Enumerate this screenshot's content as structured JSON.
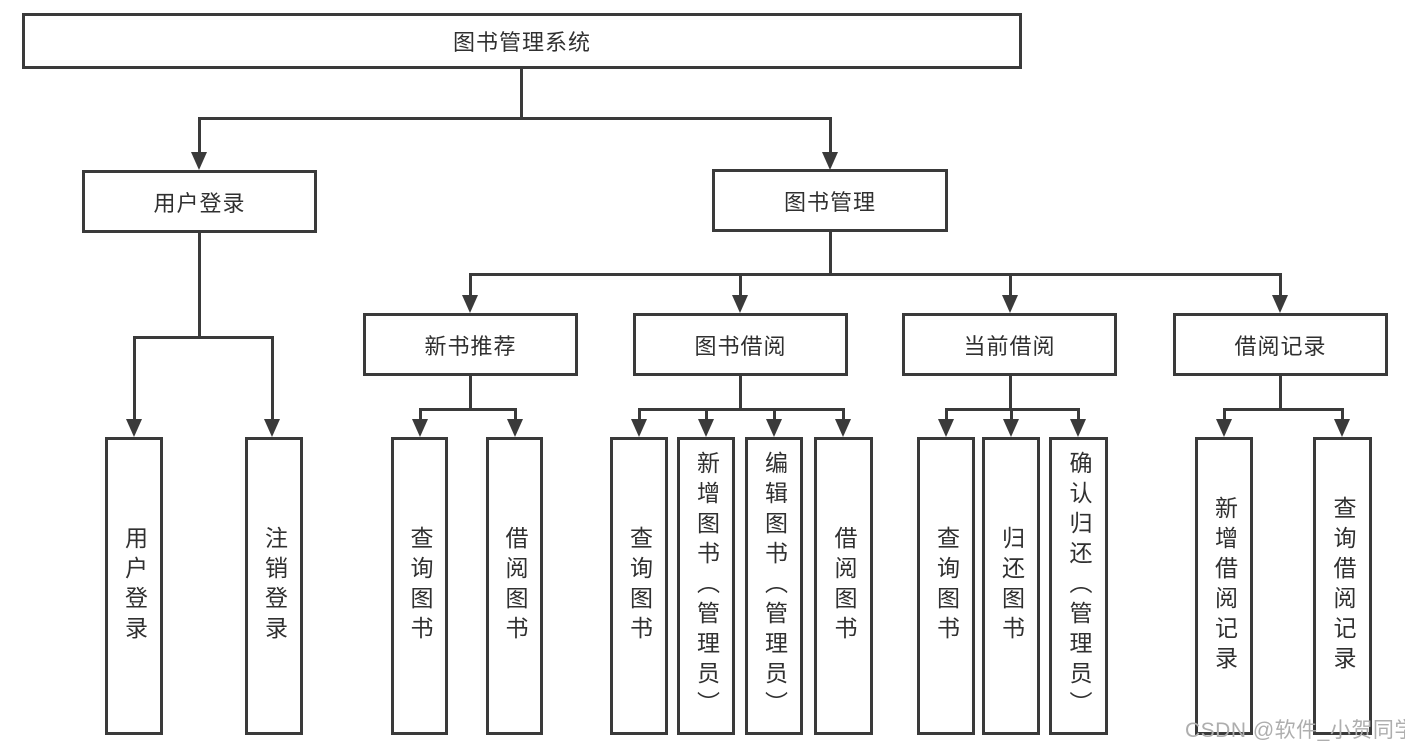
{
  "diagram_title": "图书管理系统",
  "colors": {
    "line": "#3a3a3a",
    "text": "#303030",
    "watermark": "#aeaeae"
  },
  "tree": {
    "root": {
      "label": "图书管理系统"
    },
    "level2": [
      {
        "label": "用户登录",
        "children": [
          {
            "label": "用户登录"
          },
          {
            "label": "注销登录"
          }
        ]
      },
      {
        "label": "图书管理",
        "children_groups": "level3"
      }
    ],
    "level3": [
      {
        "label": "新书推荐",
        "children": [
          {
            "label": "查询图书"
          },
          {
            "label": "借阅图书"
          }
        ]
      },
      {
        "label": "图书借阅",
        "children": [
          {
            "label": "查询图书"
          },
          {
            "label": "新增图书（管理员）"
          },
          {
            "label": "编辑图书（管理员）"
          },
          {
            "label": "借阅图书"
          }
        ]
      },
      {
        "label": "当前借阅",
        "children": [
          {
            "label": "查询图书"
          },
          {
            "label": "归还图书"
          },
          {
            "label": "确认归还（管理员）"
          }
        ]
      },
      {
        "label": "借阅记录",
        "children": [
          {
            "label": "新增借阅记录"
          },
          {
            "label": "查询借阅记录"
          }
        ]
      }
    ]
  },
  "watermark": "CSDN @软件_小贺同学"
}
